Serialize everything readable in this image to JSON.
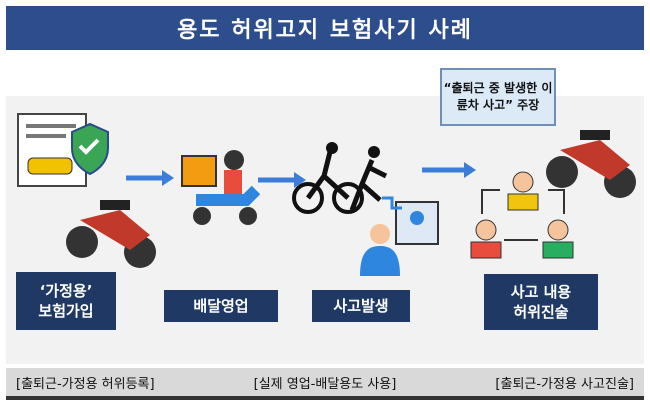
{
  "title": "용도 허위고지 보험사기 사례",
  "bubble": "“출퇴근 중 발생한 이륜차 사고” 주장",
  "steps": [
    {
      "line1": "‘가정용’",
      "line2": "보험가입"
    },
    {
      "line1": "배달영업",
      "line2": ""
    },
    {
      "line1": "사고발생",
      "line2": ""
    },
    {
      "line1": "사고 내용",
      "line2": "허위진술"
    }
  ],
  "captions": [
    "[출퇴근-가정용 허위등록]",
    "[실제 영업-배달용도 사용]",
    "[출퇴근-가정용 사고진술]"
  ],
  "colors": {
    "title": "#2e4d8c",
    "label": "#1f3864",
    "arrow": "#3b7dd8"
  }
}
